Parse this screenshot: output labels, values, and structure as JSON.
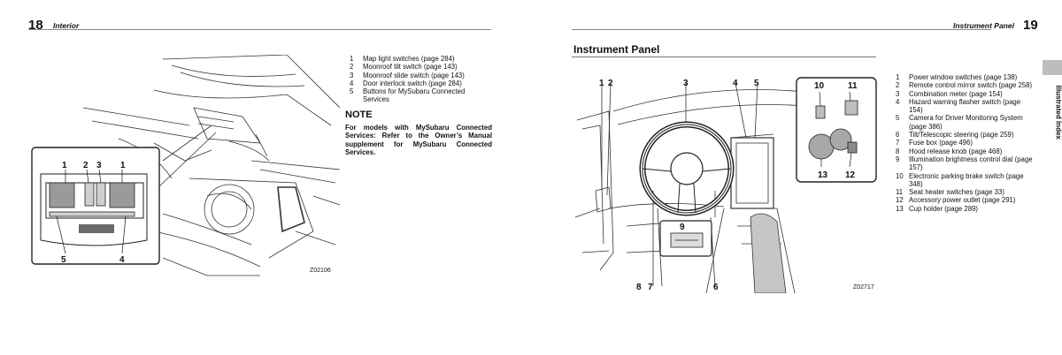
{
  "left_page": {
    "page_number": "18",
    "section": "Interior",
    "figure_code": "Z02106",
    "callouts": [
      "1",
      "2",
      "3",
      "1",
      "5",
      "4"
    ],
    "items": [
      {
        "num": "1",
        "text": "Map light switches (page 284)"
      },
      {
        "num": "2",
        "text": "Moonroof tilt switch (page 143)"
      },
      {
        "num": "3",
        "text": "Moonroof slide switch (page 143)"
      },
      {
        "num": "4",
        "text": "Door interlock switch (page 284)"
      },
      {
        "num": "5",
        "text": "Buttons for MySubaru Connected Services"
      }
    ],
    "note_heading": "NOTE",
    "note_text": "For models with MySubaru Connected Services: Refer to the Owner’s Manual supplement for MySubaru Connected Services."
  },
  "right_page": {
    "page_number": "19",
    "section": "Instrument Panel",
    "title": "Instrument Panel",
    "side_label": "Illustrated Index",
    "figure_code": "Z02717",
    "callouts": [
      "1",
      "2",
      "3",
      "4",
      "5",
      "10",
      "11",
      "9",
      "13",
      "12",
      "8",
      "7",
      "6"
    ],
    "items": [
      {
        "num": "1",
        "text": "Power window switches (page 138)"
      },
      {
        "num": "2",
        "text": "Remote control mirror switch (page 258)"
      },
      {
        "num": "3",
        "text": "Combination meter (page 154)"
      },
      {
        "num": "4",
        "text": "Hazard warning flasher switch (page 154)"
      },
      {
        "num": "5",
        "text": "Camera for Driver Monitoring System (page 386)"
      },
      {
        "num": "6",
        "text": "Tilt/Telescopic steering (page 259)"
      },
      {
        "num": "7",
        "text": "Fuse box (page 496)"
      },
      {
        "num": "8",
        "text": "Hood release knob (page 468)"
      },
      {
        "num": "9",
        "text": "Illumination brightness control dial (page 157)"
      },
      {
        "num": "10",
        "text": "Electronic parking brake switch (page 348)"
      },
      {
        "num": "11",
        "text": "Seat heater switches (page 33)"
      },
      {
        "num": "12",
        "text": "Accessory power outlet (page 291)"
      },
      {
        "num": "13",
        "text": "Cup holder (page 289)"
      }
    ]
  }
}
